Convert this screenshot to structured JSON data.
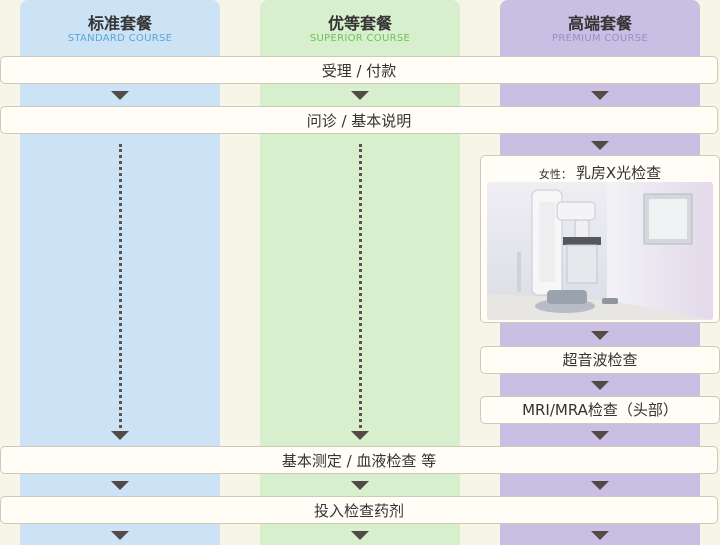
{
  "columns": [
    {
      "title": "标准套餐",
      "subtitle": "STANDARD COURSE"
    },
    {
      "title": "优等套餐",
      "subtitle": "SUPERIOR COURSE"
    },
    {
      "title": "高端套餐",
      "subtitle": "PREMIUM COURSE"
    }
  ],
  "steps": {
    "reception": "受理 / 付款",
    "consultation": "问诊 / 基本说明",
    "basic_tests": "基本测定 / 血液检查 等",
    "contrast": "投入检查药剂"
  },
  "premium_only": {
    "mammography_prefix": "女性：",
    "mammography": "乳房X光检查",
    "ultrasound": "超音波检查",
    "mri": "MRI/MRA检查（头部）"
  },
  "colors": {
    "standard": "#cbe3f4",
    "superior": "#d8efcd",
    "premium": "#c9bfe3",
    "background": "#f7f5e8",
    "arrow": "#524a46"
  }
}
